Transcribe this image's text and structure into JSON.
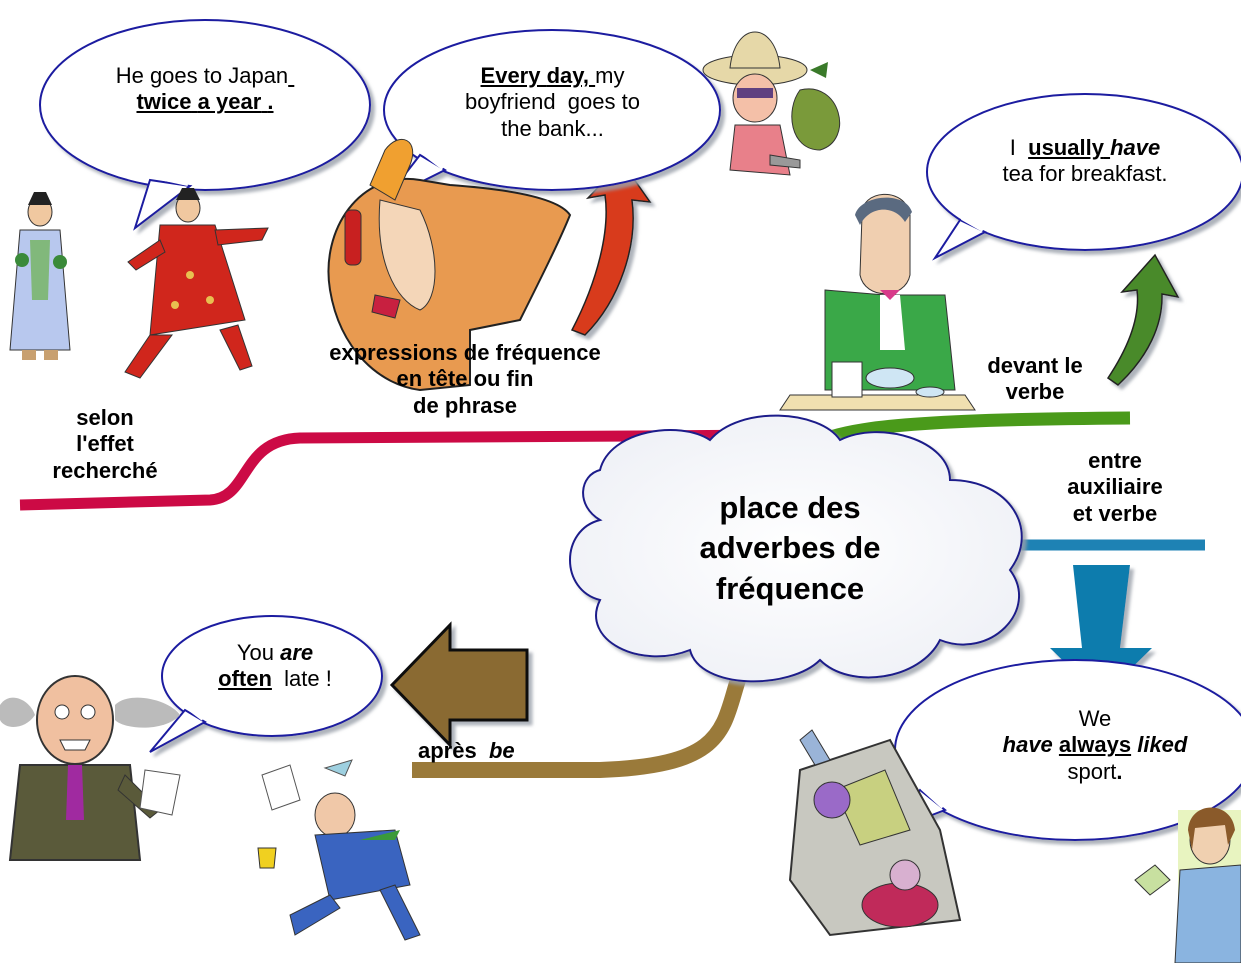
{
  "center": {
    "line1": "place des",
    "line2": "adverbes de",
    "line3": "fréquence"
  },
  "branches": {
    "selon": [
      "selon",
      "l'effet",
      "recherché"
    ],
    "expressions": [
      "expressions de fréquence",
      "en tête ou fin",
      "de phrase"
    ],
    "devant": [
      "devant le",
      "verbe"
    ],
    "entre": [
      "entre",
      "auxiliaire",
      "et verbe"
    ],
    "apres": {
      "word": "après",
      "be": "be"
    }
  },
  "bubbles": {
    "japan": {
      "l1": "He goes to Japan",
      "l2a": "twice",
      "l2b": "a year",
      "l2c": "."
    },
    "bank": {
      "l1a": "Every",
      "l1b": "day,",
      "l1c": "my",
      "l2": "boyfriend  goes to",
      "l3": "the bank..."
    },
    "tea": {
      "l1a": "I",
      "l1b": "usually",
      "l1c": "have",
      "l2": "tea for breakfast."
    },
    "late": {
      "l1a": "You",
      "l1b": "are",
      "l2a": "often",
      "l2b": "late !"
    },
    "sport": {
      "l1": "We",
      "l2a": "have",
      "l2b": "always",
      "l2c": "liked",
      "l3a": "sport",
      "l3b": "."
    }
  },
  "colors": {
    "red_branch": "#cc0a45",
    "green_branch": "#4a9a1a",
    "blue_branch": "#1e82b4",
    "brown_branch": "#9a7a3a",
    "red_arrow": "#d83a1c",
    "green_arrow": "#4a8a2a",
    "blue_arrow": "#0a7cad",
    "brown_arrow": "#8a6a30",
    "bubble_edge": "#1a1aa0"
  },
  "icons": [
    "samurai-pair-clipart",
    "phone-girl-clipart",
    "robber-clipart",
    "breakfast-man-clipart",
    "angry-boss-clipart",
    "running-man-clipart",
    "car-crash-clipart",
    "woman-clipart"
  ]
}
